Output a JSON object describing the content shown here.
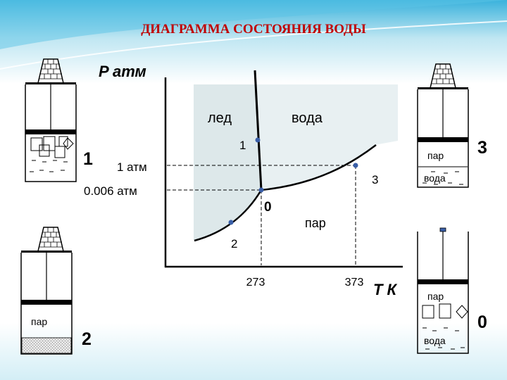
{
  "title": "ДИАГРАММА СОСТОЯНИЯ ВОДЫ",
  "axes": {
    "y_label": "P атм",
    "x_label": "T К",
    "y_ticks": [
      "1 атм",
      "0.006 атм"
    ],
    "x_ticks": [
      "273",
      "373"
    ]
  },
  "regions": {
    "ice": "лед",
    "water": "вода",
    "vapor": "пар"
  },
  "points": [
    "1",
    "0",
    "2",
    "3"
  ],
  "cylinders": {
    "c1": {
      "number": "1"
    },
    "c2": {
      "number": "2",
      "gas": "пар"
    },
    "c3": {
      "number": "3",
      "gas": "пар",
      "liquid": "вода"
    },
    "c0": {
      "number": "0",
      "gas": "пар",
      "liquid": "вода"
    }
  },
  "colors": {
    "title": "#c00000",
    "region_fill": "#dde8ea",
    "point": "#3a5fa8",
    "line": "#000000"
  }
}
